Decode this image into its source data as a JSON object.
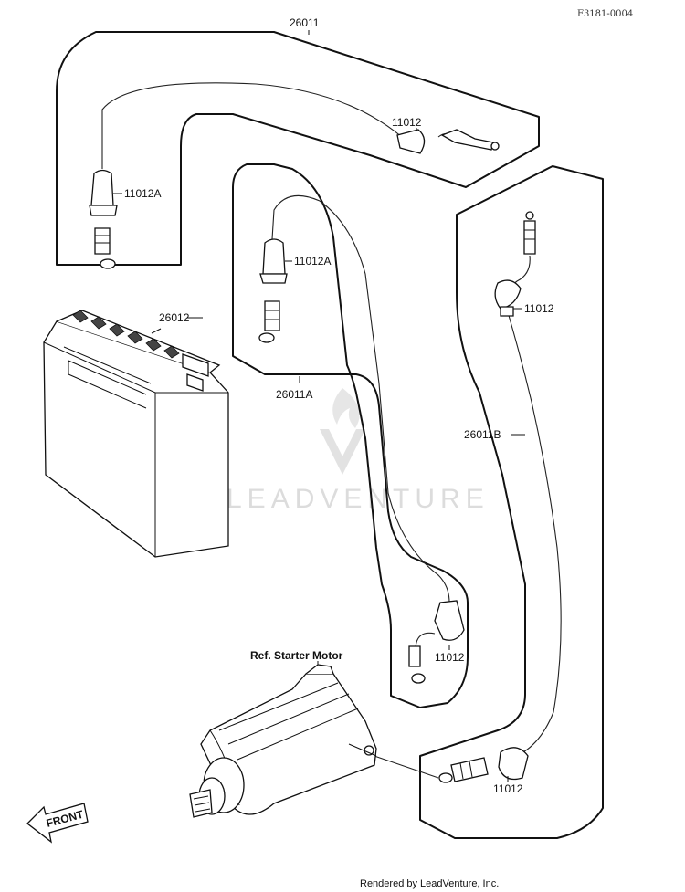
{
  "figure_code": "F3181-0004",
  "labels": {
    "cable_main": "26011",
    "cable_a": "26011A",
    "cable_b": "26011B",
    "cover_top": "11012",
    "cover_a_top": "11012A",
    "cover_a_mid": "11012A",
    "cover_right_upper": "11012",
    "cover_a_lower": "11012",
    "cover_right_lower": "11012",
    "battery": "26012",
    "starter_ref": "Ref. Starter Motor",
    "front": "FRONT"
  },
  "watermark": "LEADVENTURE",
  "credit": "Rendered by LeadVenture, Inc."
}
